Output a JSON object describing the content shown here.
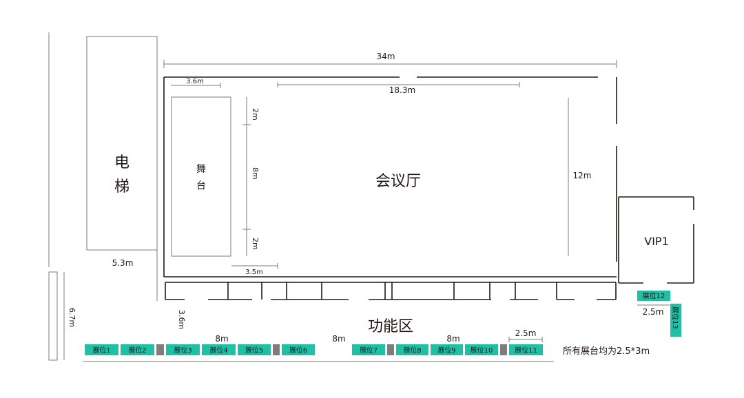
{
  "labels": {
    "elevator_1": "电",
    "elevator_2": "梯",
    "stage_1": "舞",
    "stage_2": "台",
    "hall": "会议厅",
    "vip": "VIP1",
    "function_area": "功能区",
    "note": "所有展台均为2.5*3m"
  },
  "dimensions": {
    "total_width": "34m",
    "stage_width": "3.6m",
    "inner_span": "18.3m",
    "stage_gap_top": "2m",
    "stage_length": "8m",
    "stage_gap_bottom": "2m",
    "hall_depth": "12m",
    "stage_bottom_gap": "3.5m",
    "elevator_gap": "5.3m",
    "left_depth": "6.7m",
    "corridor": "3.6m",
    "gap_a": "8m",
    "gap_b": "8m",
    "gap_c": "8m",
    "booth_width": "2.5m",
    "vip_gap": "2.5m"
  },
  "booths": [
    "展位1",
    "展位2",
    "展位3",
    "展位4",
    "展位5",
    "展位6",
    "展位7",
    "展位8",
    "展位9",
    "展位10",
    "展位11"
  ],
  "booth_12": "展位12",
  "booth_13": "展位13",
  "colors": {
    "booth": "#1fc0a6",
    "separator": "#7d7d7d",
    "wall": "#231815",
    "line": "#7a7a7a"
  }
}
